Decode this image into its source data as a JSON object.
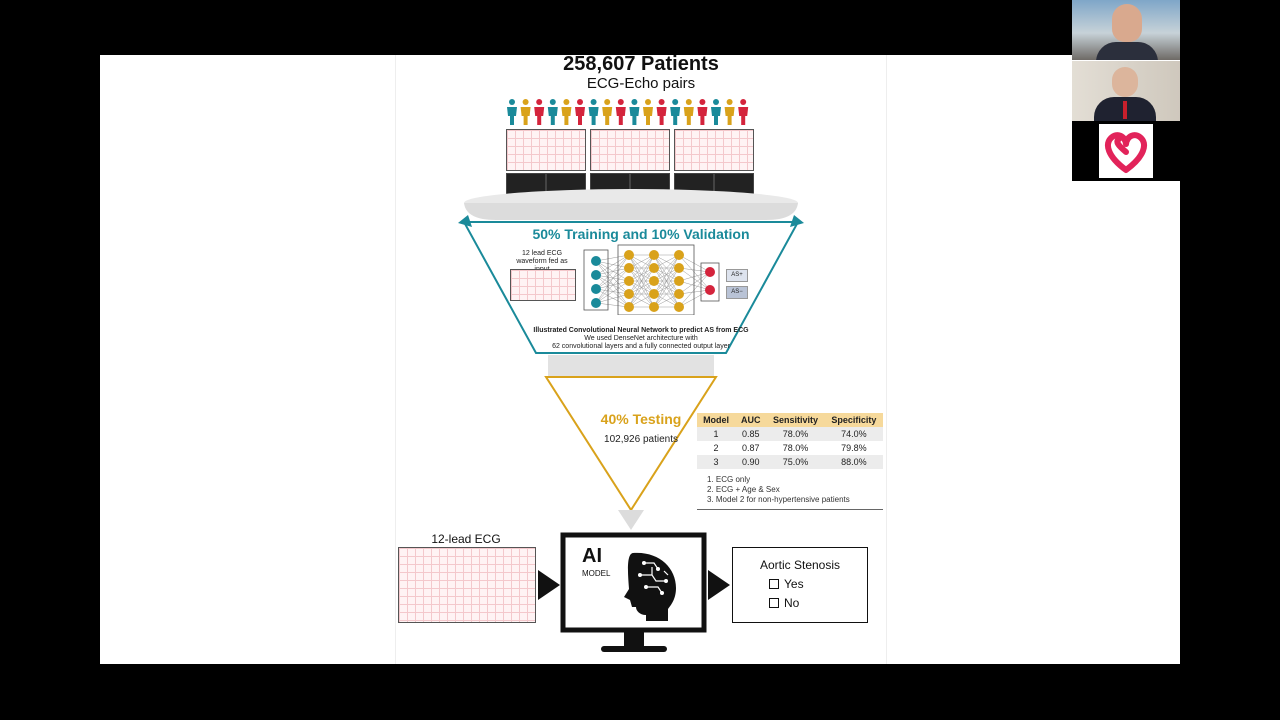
{
  "figure": {
    "title": "258,607 Patients",
    "subtitle": "ECG-Echo pairs",
    "training_label": "50% Training and 10% Validation",
    "input_caption_1": "12 lead ECG",
    "input_caption_2": "waveform fed as input",
    "output_pos": "AS+",
    "output_neg": "AS−",
    "cnn_caption_bold": "Illustrated Convolutional Neural Network to predict AS from ECG",
    "cnn_caption_2": "We used DenseNet architecture with",
    "cnn_caption_3": "62 convolutional layers and a fully connected output layer",
    "testing_label": "40% Testing",
    "testing_count": "102,926 patients",
    "ecg12_label": "12-lead ECG",
    "ai_label": "AI",
    "model_label": "MODEL",
    "output_title": "Aortic Stenosis",
    "option_yes": "Yes",
    "option_no": "No",
    "colors": {
      "teal": "#1a8a9a",
      "gold": "#d9a21b",
      "red": "#d4243c",
      "pink": "#e2235a"
    }
  },
  "results_table": {
    "headers": [
      "Model",
      "AUC",
      "Sensitivity",
      "Specificity"
    ],
    "rows": [
      [
        "1",
        "0.85",
        "78.0%",
        "74.0%"
      ],
      [
        "2",
        "0.87",
        "78.0%",
        "79.8%"
      ],
      [
        "3",
        "0.90",
        "75.0%",
        "88.0%"
      ]
    ],
    "notes": [
      "1.  ECG only",
      "2.  ECG + Age & Sex",
      "3.  Model 2 for non-hypertensive patients"
    ]
  },
  "webcams": {
    "logo_icon": "heart-loop-logo-icon"
  }
}
